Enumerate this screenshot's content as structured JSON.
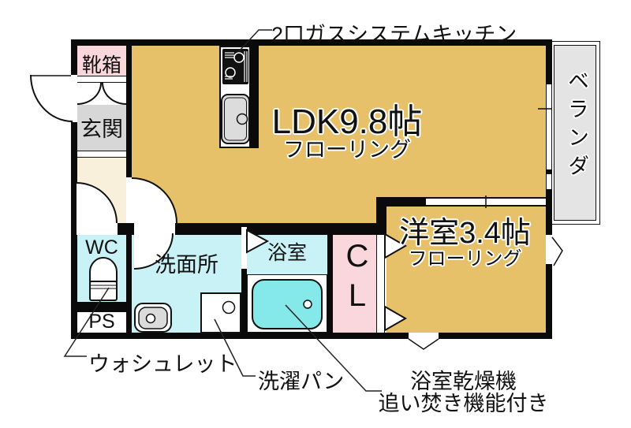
{
  "plan": {
    "kitchen_note": "2口ガスシステムキッチン",
    "rooms": {
      "shoe_box": "靴箱",
      "entrance": "玄関",
      "ldk": {
        "name": "LDK9.8帖",
        "floor": "フローリング"
      },
      "veranda": "ベランダ",
      "wc": "WC",
      "washroom": "洗面所",
      "bathroom": "浴室",
      "closet": "CL",
      "western_room": {
        "name": "洋室3.4帖",
        "floor": "フローリング"
      },
      "pipe_space": "PS"
    },
    "annotations": {
      "washlet": "ウォシュレット",
      "laundry_pan": "洗濯パン",
      "bath_dryer_line1": "浴室乾燥機",
      "bath_dryer_line2": "追い焚き機能付き"
    },
    "colors": {
      "flooring_tan": "#E6C169",
      "wet_area_cyan": "#C9F2F6",
      "bathtub_cyan": "#85E9E9",
      "closet_pink": "#FAD7DC",
      "entrance_gray": "#D7D7D7",
      "hallway_cream": "#F8F0DA",
      "veranda_gray": "#E4E4E4",
      "wall_black": "#0A0A0A"
    }
  }
}
